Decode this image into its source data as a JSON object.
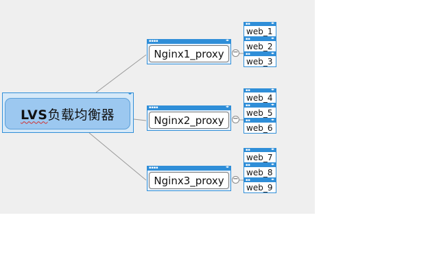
{
  "root": {
    "label_bold": "LVS",
    "label_rest": "负载均衡器"
  },
  "proxies": [
    {
      "label": "Nginx1_proxy",
      "webs": [
        "web_1",
        "web_2",
        "web_3"
      ]
    },
    {
      "label": "Nginx2_proxy",
      "webs": [
        "web_4",
        "web_5",
        "web_6"
      ]
    },
    {
      "label": "Nginx3_proxy",
      "webs": [
        "web_7",
        "web_8",
        "web_9"
      ]
    }
  ],
  "colors": {
    "frame": "#2f8ed8",
    "root_fill": "#9cc8f0",
    "canvas": "#efefef"
  }
}
